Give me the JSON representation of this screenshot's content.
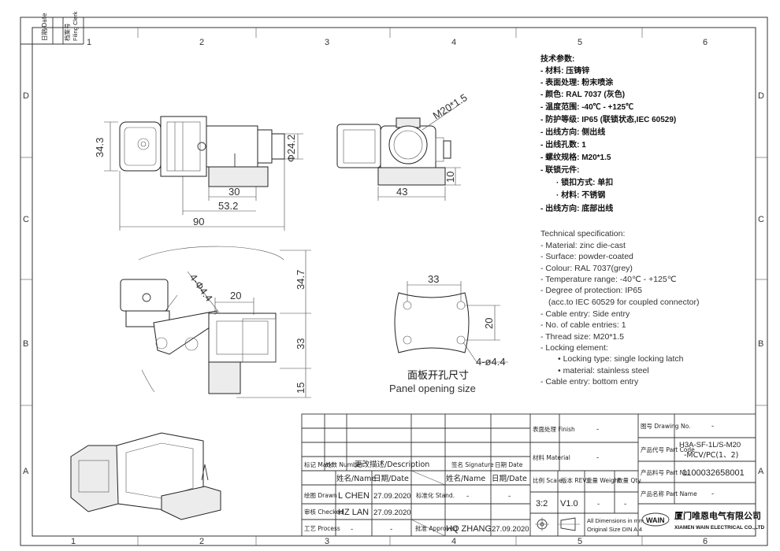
{
  "zones": {
    "top": [
      "1",
      "2",
      "3",
      "4",
      "5",
      "6"
    ],
    "bottom": [
      "1",
      "2",
      "3",
      "4",
      "5",
      "6"
    ],
    "left": [
      "A",
      "B",
      "C",
      "D"
    ],
    "right": [
      "A",
      "B",
      "C",
      "D"
    ]
  },
  "margin_labels": {
    "date": "日期/Date",
    "filing_cn": "档案号",
    "filing_en": "Filing Clerk"
  },
  "dimensions": {
    "side_height": "34.3",
    "side_width_small": "30",
    "side_width_mid": "53.2",
    "side_width_total": "90",
    "side_diameter": "Ф24.2",
    "front_width": "43",
    "front_height": "10",
    "thread_callout": "M20*1.5",
    "lower_holes": "4-Ф4.4",
    "lower_width": "20",
    "lower_h1": "34.7",
    "lower_h2": "33",
    "lower_h3": "15",
    "panel_width": "33",
    "panel_height": "20",
    "panel_holes": "4-ø4.4"
  },
  "panel": {
    "title_cn": "面板开孔尺寸",
    "title_en": "Panel opening size"
  },
  "spec_cn": [
    "技术参数:",
    "- 材料: 压铸锌",
    "- 表面处理: 粉末喷涂",
    "- 颜色: RAL 7037 (灰色)",
    "- 温度范围: -40℃ - +125℃",
    "- 防护等级: IP65 (联锁状态,IEC 60529)",
    "- 出线方向: 侧出线",
    "- 出线孔数: 1",
    "- 螺纹规格: M20*1.5",
    "- 联锁元件:",
    "· 锁扣方式: 单扣",
    "· 材料: 不锈钢",
    "- 出线方向: 底部出线"
  ],
  "spec_en": [
    "Technical specification:",
    "- Material: zinc die-cast",
    "- Surface: powder-coated",
    "- Colour: RAL 7037(grey)",
    "- Temperature range: -40℃ - +125℃",
    "- Degree of protection: IP65",
    "(acc.to IEC 60529 for coupled connector)",
    "- Cable entry: Side entry",
    "- No. of cable entries: 1",
    "- Thread size: M20*1.5",
    "- Locking element:",
    "• Locking type: single locking latch",
    "• material: stainless steel",
    "- Cable entry: bottom entry"
  ],
  "title_block": {
    "mark": "标记 Mark",
    "number": "处数 Number",
    "description": "更改描述/Description",
    "signature": "签名 Signature",
    "date": "日期 Date",
    "name_hdr": "姓名/Name",
    "date_hdr": "日期/Date",
    "drawn_lbl": "绘图 Drawn",
    "checked_lbl": "审核 Checked",
    "process_lbl": "工艺 Process",
    "stand_lbl": "标准化 Stand.",
    "approved_lbl": "批准 Approved",
    "drawn_name": "L CHEN",
    "drawn_date": "27.09.2020",
    "checked_name": "HZ LAN",
    "checked_date": "27.09.2020",
    "process_name": "-",
    "process_date": "-",
    "stand_name": "-",
    "stand_date": "-",
    "approved_name": "HQ ZHANG",
    "approved_date": "27.09.2020",
    "finish_lbl": "表面处理 Finish",
    "finish_val": "-",
    "material_lbl": "材料 Material",
    "material_val": "-",
    "scale_lbl": "比例 Scale",
    "scale_val": "3:2",
    "rev_lbl": "版本 REV.",
    "rev_val": "V1.0",
    "weight_lbl": "重量 Weight",
    "weight_val": "-",
    "qty_lbl": "数量 Qty.",
    "qty_val": "-",
    "dims_note1": "All Dimensions in mm",
    "dims_note2": "Original Size DIN A 4",
    "drawing_no_lbl": "图号 Drawing No.",
    "drawing_no_val": "-",
    "part_code_lbl": "产品代号 Part Code",
    "part_code_val1": "H3A-SF-1L/S-M20",
    "part_code_val2": "-MCV/PC(1、2)",
    "part_no_lbl": "产品料号 Part No.",
    "part_no_val": "1100032658001",
    "part_name_lbl": "产品名称 Part Name",
    "part_name_val": "-",
    "logo": "WAIN",
    "company_cn": "厦门唯恩电气有限公司",
    "company_en": "XIAMEN WAIN ELECTRICAL CO.,LTD"
  }
}
